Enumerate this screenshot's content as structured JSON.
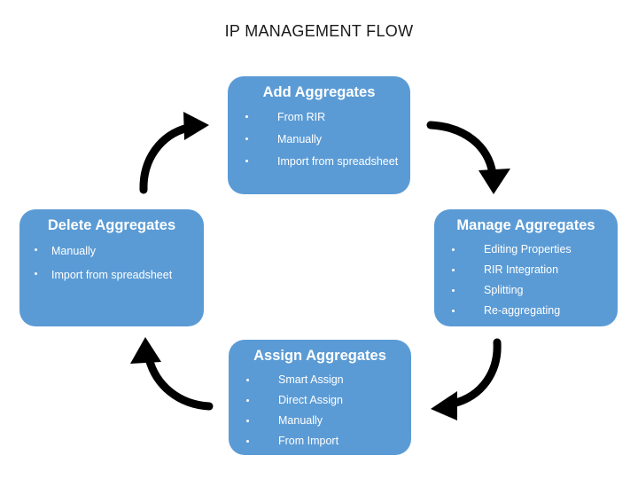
{
  "diagram": {
    "title": "IP MANAGEMENT FLOW",
    "type": "cycle",
    "background_color": "#FFFFFF",
    "node_color": "#5B9BD5",
    "node_text_color": "#FFFFFF",
    "arrow_color": "#000000",
    "title_color": "#1A1A1A",
    "nodes": [
      {
        "id": "add",
        "position": "top",
        "title": "Add Aggregates",
        "items": [
          "From RIR",
          "Manually",
          "Import from spreadsheet"
        ]
      },
      {
        "id": "manage",
        "position": "right",
        "title": "Manage Aggregates",
        "items": [
          "Editing Properties",
          "RIR Integration",
          "Splitting",
          "Re-aggregating"
        ]
      },
      {
        "id": "assign",
        "position": "bottom",
        "title": "Assign Aggregates",
        "items": [
          "Smart Assign",
          "Direct Assign",
          "Manually",
          "From Import"
        ]
      },
      {
        "id": "delete",
        "position": "left",
        "title": "Delete Aggregates",
        "items": [
          "Manually",
          "Import from spreadsheet"
        ]
      }
    ],
    "arrows": [
      {
        "id": "add-to-manage",
        "from": "add",
        "to": "manage",
        "direction": "down-right"
      },
      {
        "id": "manage-to-assign",
        "from": "manage",
        "to": "assign",
        "direction": "down-left"
      },
      {
        "id": "assign-to-delete",
        "from": "assign",
        "to": "delete",
        "direction": "up-left"
      },
      {
        "id": "delete-to-add",
        "from": "delete",
        "to": "add",
        "direction": "up-right"
      }
    ]
  }
}
